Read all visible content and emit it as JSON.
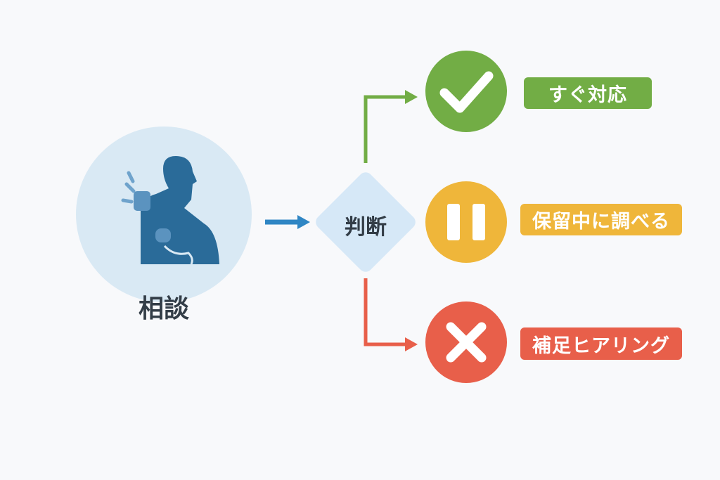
{
  "start": {
    "label": "相談",
    "icon": "person-phone-icon"
  },
  "decision": {
    "label": "判断"
  },
  "outcomes": [
    {
      "label": "すぐ対応",
      "icon": "check-icon",
      "color": "#72ad45"
    },
    {
      "label": "保留中に調べる",
      "icon": "pause-icon",
      "color": "#efb63a"
    },
    {
      "label": "補足ヒアリング",
      "icon": "x-icon",
      "color": "#e85f4a"
    }
  ],
  "colors": {
    "primary": "#2a6b99",
    "circle_bg": "#d9e9f4",
    "diamond": "#d6e8f7",
    "arrow": "#2f86c4",
    "text": "#333d47"
  }
}
